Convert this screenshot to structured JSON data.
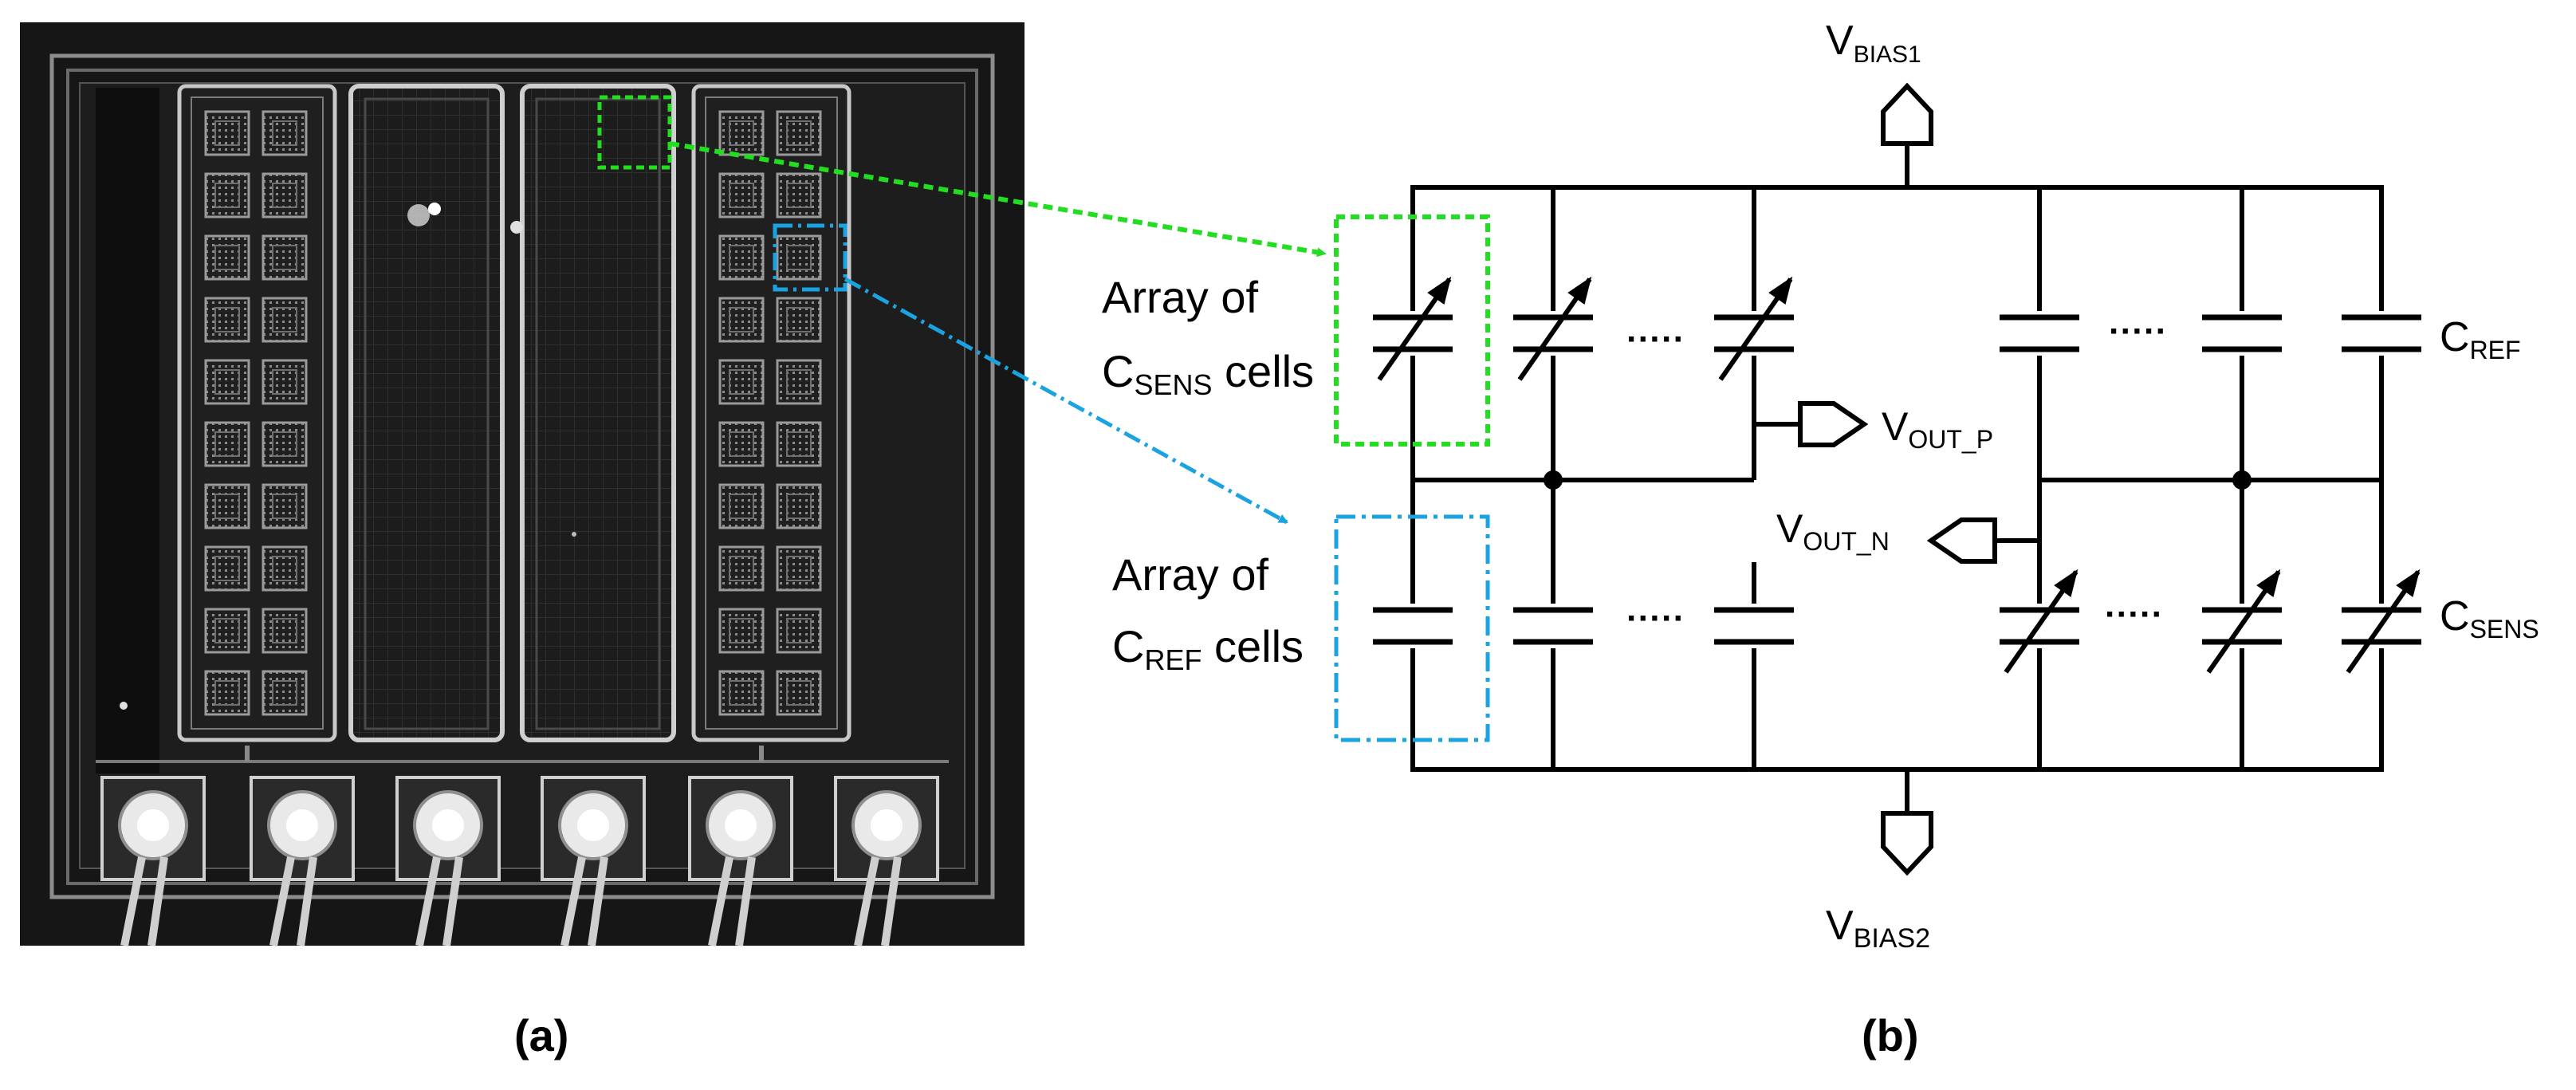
{
  "panel_labels": {
    "a": "(a)",
    "b": "(b)"
  },
  "circuit": {
    "vbias1": {
      "main": "V",
      "sub": "BIAS1"
    },
    "vbias2": {
      "main": "V",
      "sub": "BIAS2"
    },
    "vout_p": {
      "main": "V",
      "sub": "OUT_P"
    },
    "vout_n": {
      "main": "V",
      "sub": "OUT_N"
    },
    "cref": {
      "main": "C",
      "sub": "REF"
    },
    "csens": {
      "main": "C",
      "sub": "SENS"
    },
    "ellipsis": "·····"
  },
  "annotations": {
    "sens_array": {
      "line1": "Array of",
      "line2_main": "C",
      "line2_sub": "SENS",
      "line2_tail": " cells"
    },
    "ref_array": {
      "line1": "Array of",
      "line2_main": "C",
      "line2_sub": "REF",
      "line2_tail": " cells"
    }
  },
  "colors": {
    "highlight_green": "#22dd22",
    "highlight_blue": "#1aa3e0",
    "die_background": "#1a1a1a",
    "metal": "#bdbdbd"
  }
}
